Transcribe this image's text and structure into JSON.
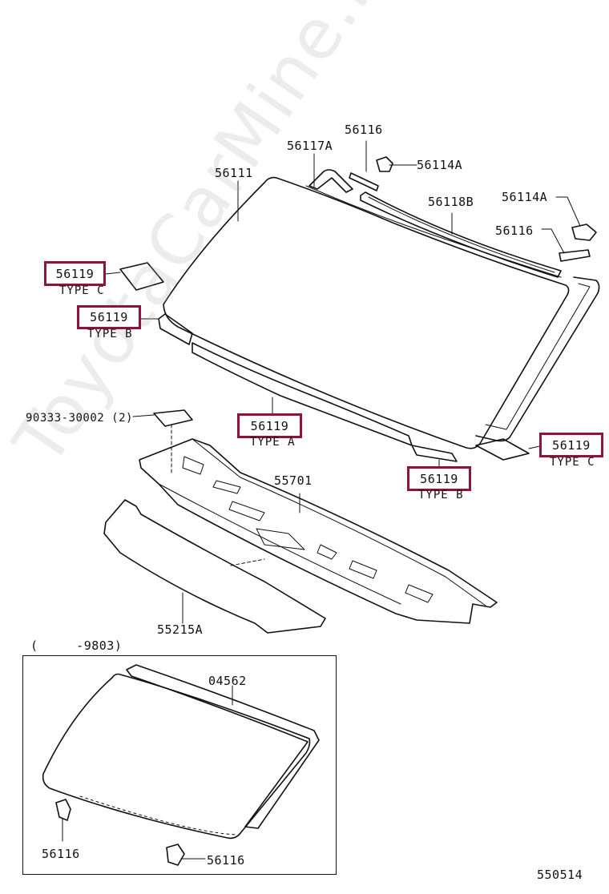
{
  "labels": {
    "p56116_top": "56116",
    "p56117A": "56117A",
    "p56114A_top": "56114A",
    "p56111": "56111",
    "p56118B": "56118B",
    "p56114A_right": "56114A",
    "p56116_right": "56116",
    "p90333": "90333-30002 (2)",
    "p55701": "55701",
    "p55215A": "55215A",
    "period": "(     -9803)",
    "p04562": "04562",
    "p56116_inset_left": "56116",
    "p56116_inset_bottom": "56116",
    "diagram_code": "550514"
  },
  "highlighted_parts": [
    {
      "part": "56119",
      "type": "TYPE C"
    },
    {
      "part": "56119",
      "type": "TYPE B"
    },
    {
      "part": "56119",
      "type": "TYPE A"
    },
    {
      "part": "56119",
      "type": "TYPE C"
    },
    {
      "part": "56119",
      "type": "TYPE B"
    }
  ],
  "watermark": "ToyotaCarMine.ru",
  "colors": {
    "highlight_border": "#8e1537",
    "line": "#111111",
    "watermark": "#aaaaaa"
  }
}
